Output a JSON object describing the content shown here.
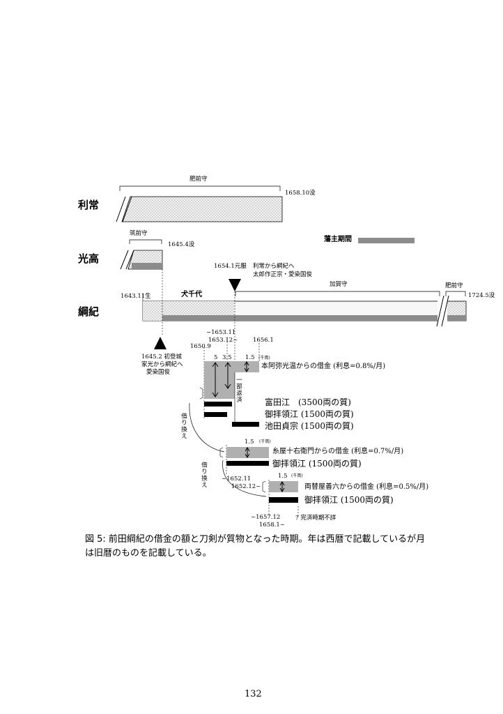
{
  "people": [
    {
      "name": "利常",
      "title": "肥前守",
      "end": "1658.10没"
    },
    {
      "name": "光高",
      "title": "筑前守",
      "end": "1645.4没"
    },
    {
      "name": "綱紀",
      "start": "1643.11生",
      "childhood": "犬千代",
      "title1": "加賀守",
      "title2": "肥前守",
      "end": "1724.5没"
    }
  ],
  "legend": {
    "label": "藩主期間",
    "color": "#8c8c8c"
  },
  "events": [
    {
      "label": "1654.1元服",
      "note1": "利常から綱紀へ",
      "note2": "太郎作正宗・愛染国俊"
    },
    {
      "line1": "1645.2 初登城",
      "line2": "家光から綱紀へ",
      "line3": "愛染国俊"
    }
  ],
  "dates": {
    "d1": "~1653.11",
    "d2": "1653.12~",
    "d3": "1650.9",
    "d4": "1656.1",
    "d5": "~1652.11",
    "d6": "1652.12~",
    "d7": "~1657.12",
    "d8": "1658.1~"
  },
  "loans": [
    {
      "lender": "本阿弥光温からの借金 (利息=0.8%/月)",
      "amounts": [
        "5",
        "3.5",
        "1.5"
      ],
      "unit": "(千両)",
      "partial": "一部返済",
      "collateral": [
        "富田江　(3500両の質)",
        "御拝領江 (1500両の質)",
        "池田貞宗 (1500両の質)"
      ]
    },
    {
      "lender": "糸屋十右衛門からの借金 (利息=0.7%/月)",
      "amount": "1.5",
      "unit": "(千両)",
      "collateral": [
        "御拝領江 (1500両の質)"
      ]
    },
    {
      "lender": "両替屋善六からの借金 (利息=0.5%/月)",
      "amount": "1.5",
      "unit": "(千両)",
      "collateral": [
        "御拝領江 (1500両の質)"
      ]
    }
  ],
  "refinance": "借り換え",
  "unknown": "? 完済時期不詳",
  "caption": "図 5: 前田綱紀の借金の額と刀剣が質物となった時期。年は西暦で記載しているが月は旧暦のものを記載している。",
  "page_number": "132",
  "colors": {
    "loan_fill": "#b0b0b0",
    "reign_bar": "#8c8c8c",
    "dotted_fill": "#e6e6e6",
    "ink": "#000000"
  }
}
